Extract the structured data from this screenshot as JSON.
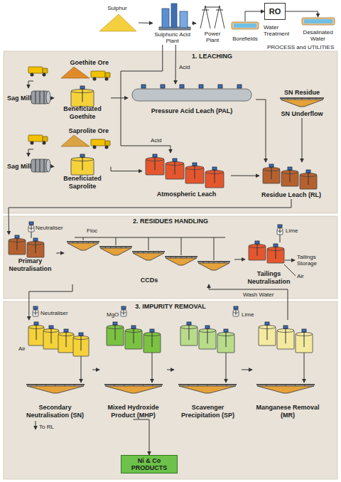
{
  "diagram": {
    "nodes": [
      {
        "text": [
          "Sulphur"
        ]
      },
      {
        "text": [
          "Sulphuric Acid Plant"
        ]
      },
      {
        "text": [
          "Power Plant"
        ]
      },
      {
        "text": [
          "Borefields"
        ]
      },
      {
        "text": [
          "RO"
        ]
      },
      {
        "text": [
          "Desalinated Water"
        ]
      },
      {
        "text": [
          "1. LEACHING"
        ]
      },
      {
        "text": [
          "Goethite Ore"
        ],
        "in": 6
      },
      {
        "text": [
          "Sag Mill"
        ],
        "in": 6
      },
      {
        "text": [
          "Beneficiated Goethite"
        ],
        "in": 6
      },
      {
        "text": [
          "Pressure Acid Leach (PAL)"
        ],
        "in": 6
      },
      {
        "text": [
          "SN Residue",
          "SN Underflow"
        ],
        "in": 6
      },
      {
        "text": [
          "Saprolite Ore"
        ],
        "in": 6
      },
      {
        "text": [
          "Sag Mill"
        ],
        "in": 6
      },
      {
        "text": [
          "Beneficiated Saprolite"
        ],
        "in": 6
      },
      {
        "text": [
          "Atmospheric Leach"
        ],
        "in": 6
      },
      {
        "text": [
          "Residue Leach (RL)"
        ],
        "in": 6
      },
      {
        "text": [
          "2. RESIDUES HANDLING"
        ]
      },
      {
        "text": [
          "Primary Neutralisation"
        ],
        "in": 17
      },
      {
        "text": [
          "CCDs"
        ],
        "in": 17
      },
      {
        "text": [
          "Tailings Neutralisation"
        ],
        "in": 17
      },
      {
        "text": [
          "3. IMPURITY REMOVAL"
        ]
      },
      {
        "text": [
          "Secondary Neutralisation (SN)"
        ],
        "in": 21
      },
      {
        "text": [
          "Mixed Hydroxide Product (MHP)"
        ],
        "in": 21
      },
      {
        "text": [
          "Scavenger Precipitation (SP)"
        ],
        "in": 21
      },
      {
        "text": [
          "Manganese Removal (MR)"
        ],
        "in": 21
      },
      {
        "text": [
          "Ni & Co PRODUCTS"
        ],
        "in": 21
      }
    ],
    "edges": [
      {
        "from": 0,
        "to": 1,
        "arrow": "to"
      },
      {
        "from": 1,
        "to": 2,
        "arrow": "to"
      },
      {
        "from": 3,
        "to": 4,
        "arrow": "to"
      },
      {
        "from": 4,
        "to": 5,
        "arrow": "to"
      },
      {
        "from": 1,
        "to": 10,
        "label": "Acid",
        "arrow": "to"
      },
      {
        "from": 1,
        "to": 15,
        "label": "Acid",
        "arrow": "to"
      },
      {
        "from": 7,
        "to": 8,
        "arrow": "to"
      },
      {
        "from": 8,
        "to": 9,
        "arrow": "to"
      },
      {
        "from": 9,
        "to": 10,
        "arrow": "to"
      },
      {
        "from": 10,
        "to": 16,
        "arrow": "to"
      },
      {
        "from": 11,
        "to": 16,
        "arrow": "to"
      },
      {
        "from": 12,
        "to": 13,
        "arrow": "to"
      },
      {
        "from": 13,
        "to": 14,
        "arrow": "to"
      },
      {
        "from": 14,
        "to": 15,
        "arrow": "to"
      },
      {
        "from": 15,
        "to": 16,
        "arrow": "to"
      },
      {
        "from": 16,
        "to": 18,
        "arrow": "to"
      },
      {
        "from": 18,
        "to": 19,
        "arrow": "to"
      },
      {
        "from": 19,
        "to": 20,
        "arrow": "to"
      },
      {
        "from": 19,
        "to": 22,
        "arrow": "to"
      },
      {
        "from": 22,
        "to": 23,
        "arrow": "to"
      },
      {
        "from": 23,
        "to": 24,
        "arrow": "to"
      },
      {
        "from": 24,
        "to": 25,
        "arrow": "to"
      },
      {
        "from": 25,
        "to": 19,
        "label": "Wash Water",
        "arrow": "to"
      },
      {
        "from": 23,
        "to": 26,
        "arrow": "to"
      }
    ],
    "labels": [
      "Water Treatment",
      "PROCESS and UTILITIES",
      "Neutraliser",
      "Floc",
      "Lime",
      "Air",
      "Tailings Storage",
      "Neutraliser",
      "Air",
      "To RL",
      "MgO",
      "Lime"
    ]
  }
}
